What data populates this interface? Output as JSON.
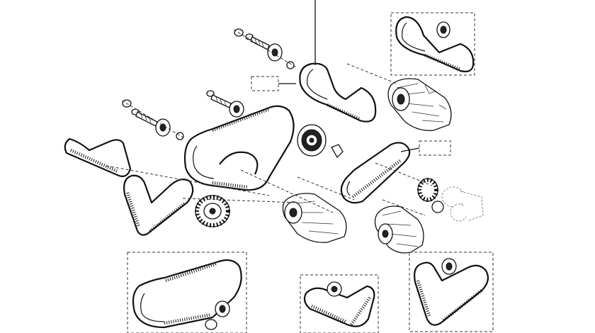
{
  "diagram": {
    "type": "exploded-parts-view",
    "callout_boxes": [
      {
        "id": "callout-left",
        "label": ""
      },
      {
        "id": "callout-right",
        "label": ""
      }
    ],
    "inset_frames": [
      "inset-top-right",
      "inset-bottom-left",
      "inset-bottom-center",
      "inset-bottom-right"
    ]
  }
}
